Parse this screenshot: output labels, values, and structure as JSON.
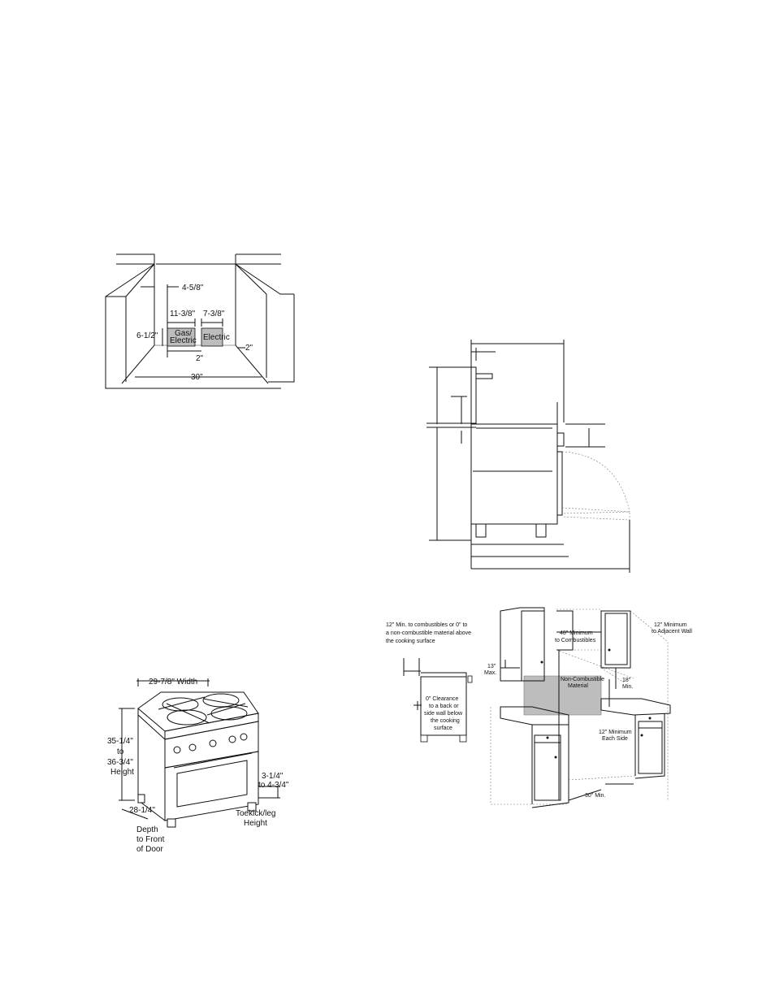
{
  "cutout": {
    "d_4_5_8": "4-5/8\"",
    "d_11_3_8": "11-3/8\"",
    "d_7_3_8": "7-3/8\"",
    "d_6_1_2": "6-1/2\"",
    "gas_electric_l1": "Gas/",
    "gas_electric_l2": "Electric",
    "electric": "Electric",
    "d_2_right": "2\"",
    "d_2_bottom": "2\"",
    "d_30": "30\""
  },
  "range": {
    "width": "29-7/8\" Width",
    "height_l1": "35-1/4\"",
    "height_l2": "to",
    "height_l3": "36-3/4\"",
    "height_l4": "Height",
    "toekick_l1": "3-1/4\"",
    "toekick_l2": "to 4-3/4\"",
    "toekick_l3": "Toekick/leg",
    "toekick_l4": "Height",
    "depth_val": "28-1/4\"",
    "depth_l1": "Depth",
    "depth_l2": "to Front",
    "depth_l3": "of Door"
  },
  "clearance": {
    "combustibles_l1": "12\" Min. to combustibles or 0\" to",
    "combustibles_l2": "a non-combustible material above",
    "combustibles_l3": "the cooking surface",
    "zero_l1": "0\" Clearance",
    "zero_l2": "to a back or",
    "zero_l3": "side wall below",
    "zero_l4": "the cooking",
    "zero_l5": "surface",
    "min48_l1": "48\" Minimum",
    "min48_l2": "to Combustibles",
    "noncomb_l1": "Non-Combustible",
    "noncomb_l2": "Material",
    "max13_l1": "13\"",
    "max13_l2": "Max.",
    "min18_l1": "18\"",
    "min18_l2": "Min.",
    "min12side_l1": "12\" Minimum",
    "min12side_l2": "Each Side",
    "min12wall_l1": "12\" Minimum",
    "min12wall_l2": "to Adjacent Wall",
    "min30": "30\" Min."
  }
}
